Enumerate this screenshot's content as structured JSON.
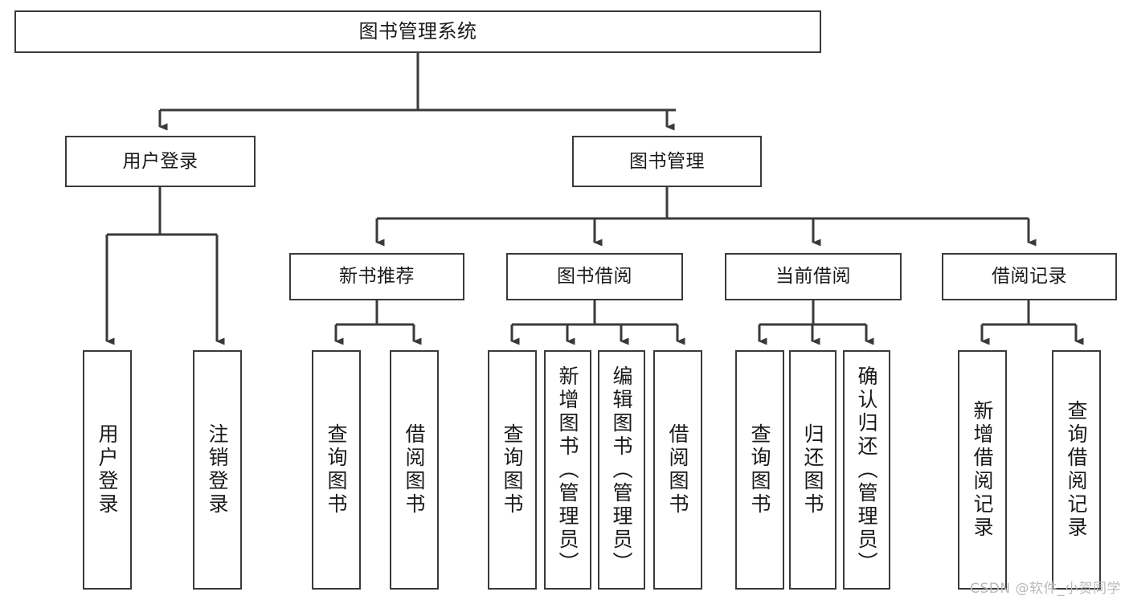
{
  "diagram": {
    "title": "图书管理系统",
    "type": "hierarchy-tree",
    "root": {
      "label": "图书管理系统"
    },
    "level2": [
      {
        "id": "user-login",
        "label": "用户登录"
      },
      {
        "id": "book-manage",
        "label": "图书管理"
      }
    ],
    "level3": [
      {
        "id": "new-book-recommend",
        "label": "新书推荐"
      },
      {
        "id": "book-borrow",
        "label": "图书借阅"
      },
      {
        "id": "current-borrow",
        "label": "当前借阅"
      },
      {
        "id": "borrow-record",
        "label": "借阅记录"
      }
    ],
    "leaves": [
      {
        "id": "leaf-user-login",
        "label": "用户登录",
        "parent": "user-login"
      },
      {
        "id": "leaf-logout",
        "label": "注销登录",
        "parent": "user-login"
      },
      {
        "id": "leaf-query-book-1",
        "label": "查询图书",
        "parent": "new-book-recommend"
      },
      {
        "id": "leaf-borrow-book-1",
        "label": "借阅图书",
        "parent": "new-book-recommend"
      },
      {
        "id": "leaf-query-book-2",
        "label": "查询图书",
        "parent": "book-borrow"
      },
      {
        "id": "leaf-add-book",
        "label": "新增图书（管理员）",
        "parent": "book-borrow"
      },
      {
        "id": "leaf-edit-book",
        "label": "编辑图书（管理员）",
        "parent": "book-borrow"
      },
      {
        "id": "leaf-borrow-book-2",
        "label": "借阅图书",
        "parent": "book-borrow"
      },
      {
        "id": "leaf-query-book-3",
        "label": "查询图书",
        "parent": "current-borrow"
      },
      {
        "id": "leaf-return-book",
        "label": "归还图书",
        "parent": "current-borrow"
      },
      {
        "id": "leaf-confirm-return",
        "label": "确认归还（管理员）",
        "parent": "current-borrow"
      },
      {
        "id": "leaf-add-record",
        "label": "新增借阅记录",
        "parent": "borrow-record"
      },
      {
        "id": "leaf-query-record",
        "label": "查询借阅记录",
        "parent": "borrow-record"
      }
    ],
    "colors": {
      "stroke": "#3a3a3a",
      "fill": "#ffffff",
      "text": "#1a1a1a",
      "watermark": "#b9b9b9"
    }
  },
  "watermark": {
    "text": "CSDN @软件_小贺同学"
  }
}
